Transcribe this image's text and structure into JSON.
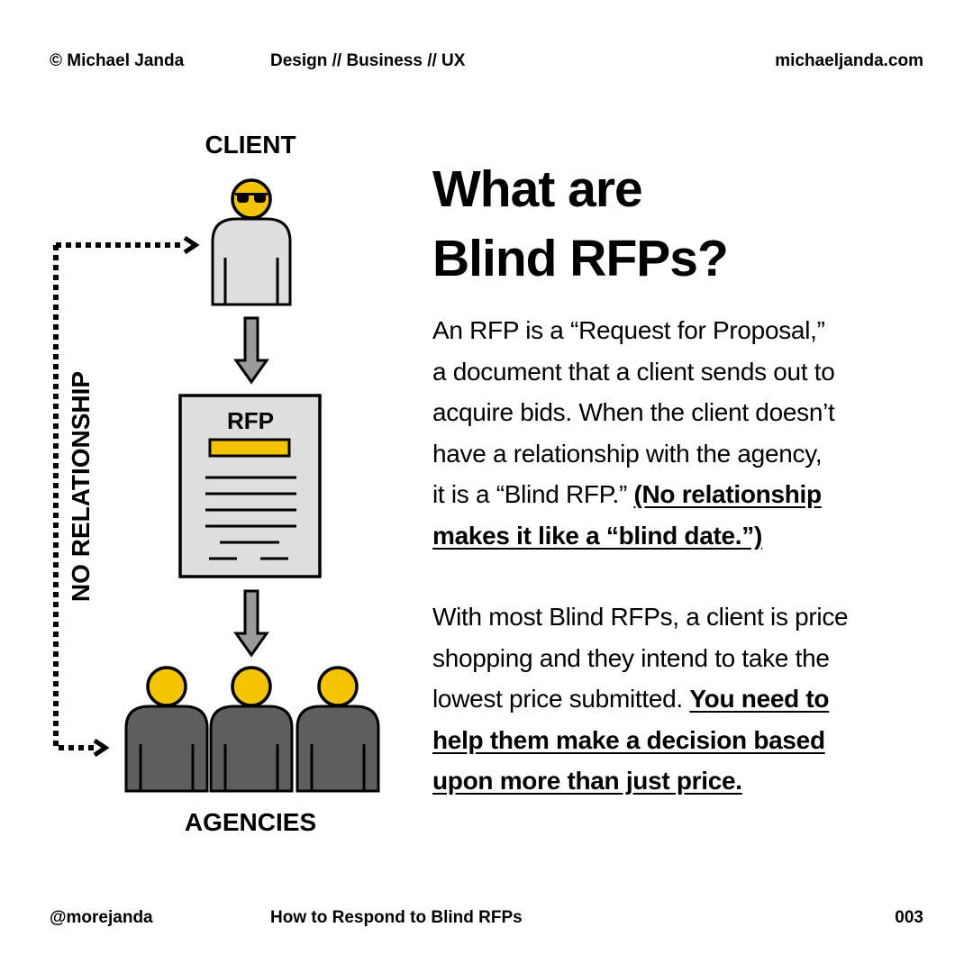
{
  "header": {
    "copyright": "© Michael Janda",
    "topics": "Design // Business // UX",
    "website": "michaeljanda.com"
  },
  "footer": {
    "handle": "@morejanda",
    "series_title": "How to Respond to Blind RFPs",
    "page_number": "003"
  },
  "diagram": {
    "client_label": "CLIENT",
    "document_label": "RFP",
    "agencies_label": "AGENCIES",
    "relationship_label": "NO RELATIONSHIP",
    "colors": {
      "yellow": "#F5C400",
      "client_body": "#DFDFDF",
      "agency_body": "#5E5E5E",
      "document": "#DEDEDE"
    }
  },
  "article": {
    "title_line1": "What are",
    "title_line2": "Blind RFPs?",
    "p1": {
      "l1": "An RFP is a “Request for Proposal,”",
      "l2": "a document that a client sends out to",
      "l3": "acquire bids. When the client doesn’t",
      "l4": "have a relationship with the agency,",
      "l5": "it is a “Blind RFP.” ",
      "l5_emph": "(No relationship ",
      "l6_emph": "makes it like a “blind date.”)"
    },
    "p2": {
      "l1": "With most Blind RFPs, a client is price",
      "l2": "shopping and they intend to take the",
      "l3": "lowest price submitted. ",
      "l3_emph": "You need to ",
      "l4_emph": "help them make a decision based ",
      "l5_emph": "upon more than just price."
    }
  }
}
